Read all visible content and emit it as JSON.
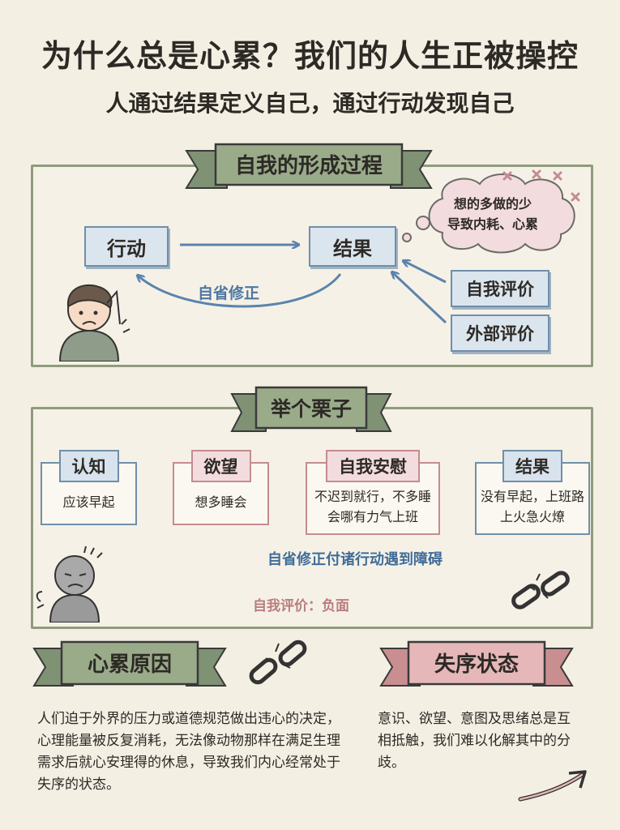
{
  "title": "为什么总是心累？我们的人生正被操控",
  "subtitle": "人通过结果定义自己，通过行动发现自己",
  "section1": {
    "ribbon": "自我的形成过程",
    "action": "行动",
    "result": "结果",
    "self_review": "自省修正",
    "cloud_lines": [
      "想的多做的少",
      "导致内耗、心累"
    ],
    "self_eval": "自我评价",
    "external_eval": "外部评价"
  },
  "section2": {
    "ribbon": "举个栗子",
    "steps": [
      {
        "title": "认知",
        "text": "应该早起"
      },
      {
        "title": "欲望",
        "text": "想多睡会"
      },
      {
        "title": "自我安慰",
        "text": "不迟到就行，不多睡会哪有力气上班"
      },
      {
        "title": "结果",
        "text": "没有早起，上班路上火急火燎"
      }
    ],
    "dashed_label": "自省修正付诸行动遇到障碍",
    "curve_label": "自我评价：负面"
  },
  "section3": {
    "ribbon": "心累原因",
    "text": "人们迫于外界的压力或道德规范做出违心的决定，心理能量被反复消耗，无法像动物那样在满足生理需求后就心安理得的休息，导致我们内心经常处于失序的状态。"
  },
  "section4": {
    "ribbon": "失序状态",
    "text": "意识、欲望、意图及思绪总是互相抵触，我们难以化解其中的分歧。"
  },
  "colors": {
    "background": "#f4efe3",
    "green_ribbon": "#9aab8a",
    "blue_box": "#dbe5ee",
    "blue_line": "#5a84ad",
    "red_ribbon": "#e6b7b8",
    "red_line": "#c9878a"
  },
  "icons": [
    "stressed-person-icon",
    "thought-cloud-icon",
    "sad-person-icon",
    "broken-chain-icon",
    "arrow-icon"
  ]
}
